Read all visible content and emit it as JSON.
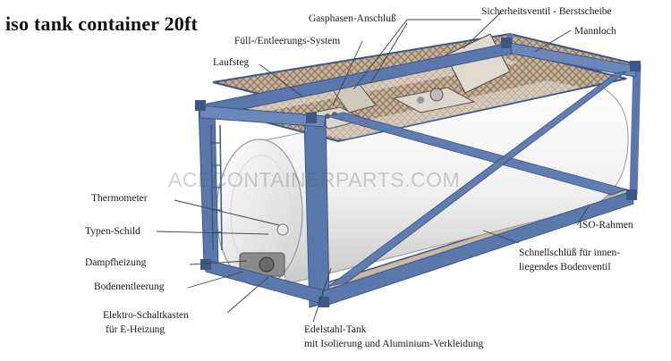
{
  "title": "iso tank container 20ft",
  "watermark": "ACECONTAINERPARTS.COM",
  "labels": {
    "gasphasen": "Gasphasen-Anschluß",
    "sicherheitsventil": "Sicherheitsventil - Berstscheibe",
    "fuell": "Füll-/Entleerungs-System",
    "mannloch": "Mannloch",
    "laufsteg": "Laufsteg",
    "thermometer": "Thermometer",
    "typenschild": "Typen-Schild",
    "iso_rahmen": "ISO-Rahmen",
    "dampfheizung": "Dampfheizung",
    "schnellschluss_1": "Schnellschlüß für innen-",
    "schnellschluss_2": "liegendes Bodenventil",
    "bodenentleerung": "Bodenentleerung",
    "elektro_1": "Elektro-Schaltkasten",
    "elektro_2": "für E-Heizung",
    "edelstahl_1": "Edelstahl-Tank",
    "edelstahl_2": "mit Isolierung und Aluminium-Verkleidung"
  },
  "colors": {
    "frame": "#5b78ad",
    "frame_dark": "#3d5785",
    "tank": "#f2f2f2",
    "walkway": "#b8a48e",
    "leader": "#444444"
  }
}
